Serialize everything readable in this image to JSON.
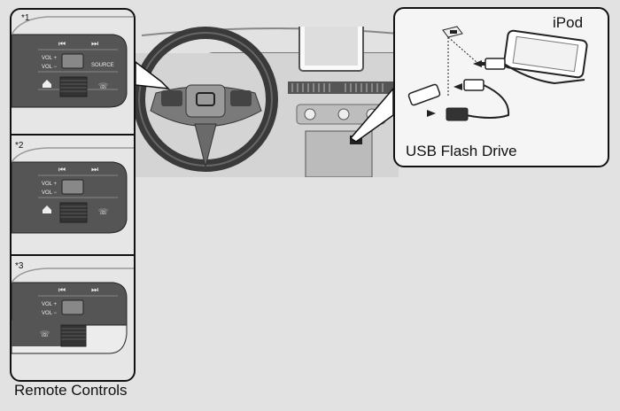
{
  "remote_controls": {
    "caption": "Remote Controls",
    "panels": [
      {
        "note": "*1",
        "vol_up": "VOL +",
        "vol_down": "VOL −",
        "source": "SOURCE"
      },
      {
        "note": "*2",
        "vol_up": "VOL +",
        "vol_down": "VOL −"
      },
      {
        "note": "*3",
        "vol_up": "VOL +",
        "vol_down": "VOL −"
      }
    ]
  },
  "connections": {
    "ipod_label": "iPod",
    "usb_label": "USB Flash Drive"
  },
  "icons": [
    "prev-track-icon",
    "next-track-icon",
    "home-icon",
    "voice-command-icon",
    "arrow-icon"
  ]
}
